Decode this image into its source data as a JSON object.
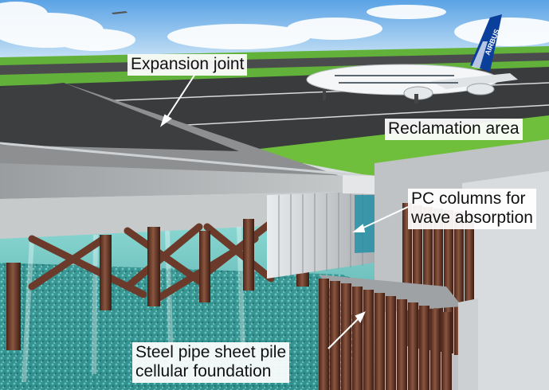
{
  "labels": {
    "expansion_joint": "Expansion joint",
    "reclamation_area": "Reclamation area",
    "pc_columns_line1": "PC columns for",
    "pc_columns_line2": "wave absorption",
    "steel_pipe_line1": "Steel pipe sheet pile",
    "steel_pipe_line2": "cellular foundation"
  },
  "aircraft_tail_text": "AIRBUS",
  "colors": {
    "sky": "#7fb8e8",
    "grass": "#6fbf3c",
    "runway": "#3a3b3d",
    "deck": "#b9bcbe",
    "water": "#3fb9b5",
    "piles": "#6b3a2a",
    "airbus_blue": "#0a3f9c"
  }
}
